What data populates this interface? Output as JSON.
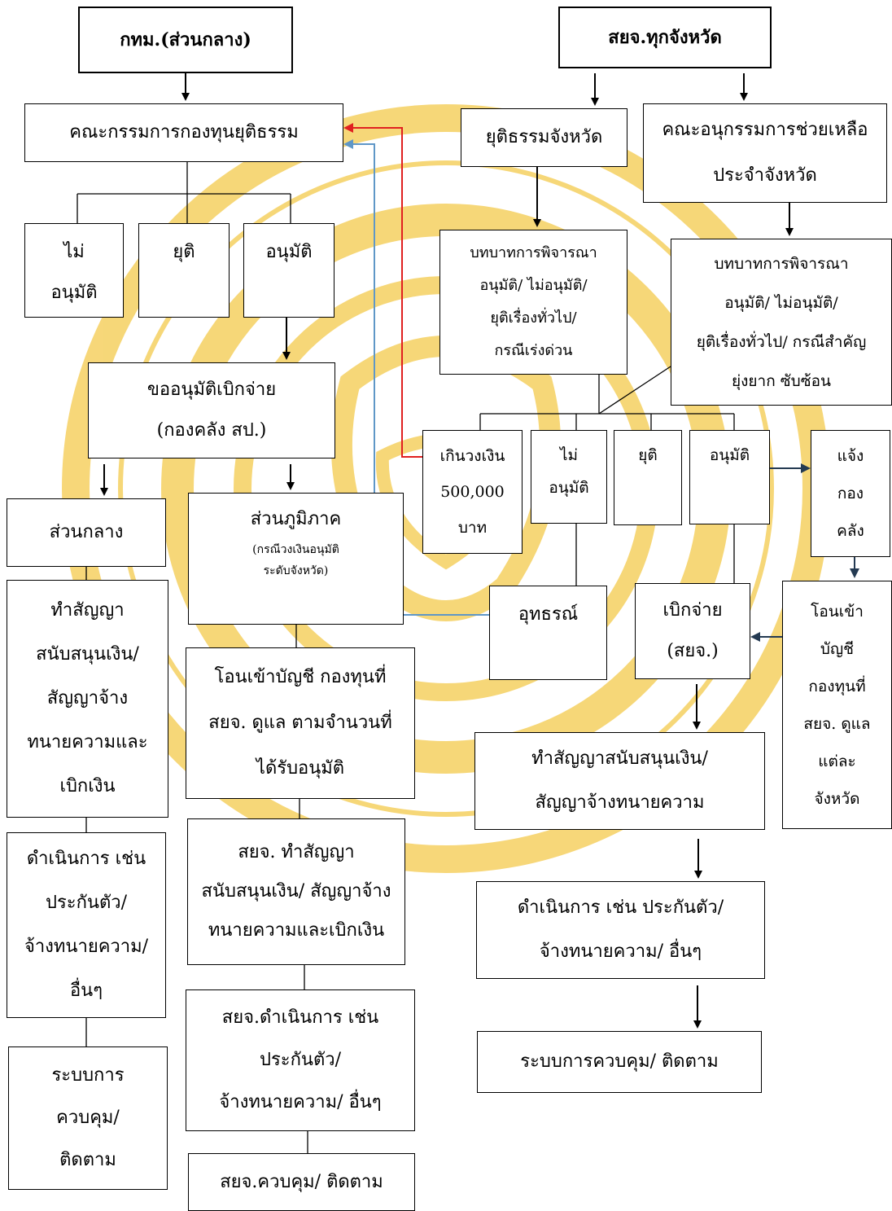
{
  "watermark_colors": {
    "fill": "#fdf0c0",
    "stroke": "#f6d36a"
  },
  "edge_colors": {
    "default": "#000000",
    "red": "#e02020",
    "blue": "#5f97c7",
    "dark": "#243a52"
  },
  "left": {
    "header": "กทม.(ส่วนกลาง)",
    "committee": "คณะกรรมการกองทุนยุติธรรม",
    "not_approved": [
      "ไม่",
      "อนุมัติ"
    ],
    "terminate": "ยุติ",
    "approved": "อนุมัติ",
    "disbursement_request": [
      "ขออนุมัติเบิกจ่าย",
      "(กองคลัง สป.)"
    ],
    "central": "ส่วนกลาง",
    "contract": [
      "ทำสัญญา",
      "สนับสนุนเงิน/",
      "สัญญาจ้าง",
      "ทนายความและ",
      "เบิกเงิน"
    ],
    "operate": [
      "ดำเนินการ เช่น",
      "ประกันตัว/",
      "จ้างทนายความ/",
      "อื่นๆ"
    ],
    "control": [
      "ระบบการ",
      "ควบคุม/",
      "ติดตาม"
    ],
    "regional": "ส่วนภูมิภาค",
    "regional_note": [
      "(กรณีวงเงินอนุมัติ",
      "ระดับจังหวัด)"
    ],
    "transfer": [
      "โอนเข้าบัญชี กองทุนที่",
      "สยจ. ดูแล ตามจำนวนที่",
      "ได้รับอนุมัติ"
    ],
    "regional_contract": [
      "สยจ. ทำสัญญา",
      "สนับสนุนเงิน/ สัญญาจ้าง",
      "ทนายความและเบิกเงิน"
    ],
    "regional_operate": [
      "สยจ.ดำเนินการ เช่น",
      "ประกันตัว/",
      "จ้างทนายความ/ อื่นๆ"
    ],
    "regional_control": "สยจ.ควบคุม/ ติดตาม"
  },
  "right": {
    "header": "สยจ.ทุกจังหวัด",
    "provincial_justice": "ยุติธรรมจังหวัด",
    "subcommittee": [
      "คณะอนุกรรมการช่วยเหลือ",
      "ประจำจังหวัด"
    ],
    "role_1": [
      "บทบาทการพิจารณา",
      "อนุมัติ/ ไม่อนุมัติ/",
      "ยุติเรื่องทั่วไป/",
      "กรณีเร่งด่วน"
    ],
    "role_2": [
      "บทบาทการพิจารณา",
      "อนุมัติ/ ไม่อนุมัติ/",
      "ยุติเรื่องทั่วไป/ กรณีสำคัญ",
      "ยุ่งยาก ซับซ้อน"
    ],
    "over_limit": [
      "เกินวงเงิน",
      "500,000",
      "บาท"
    ],
    "not_approved": [
      "ไม่",
      "อนุมัติ"
    ],
    "terminate": "ยุติ",
    "approved": "อนุมัติ",
    "notify_finance": [
      "แจ้ง",
      "กอง",
      "คลัง"
    ],
    "appeal": "อุทธรณ์",
    "disburse": [
      "เบิกจ่าย",
      "(สยจ.)"
    ],
    "transfer": [
      "โอนเข้า",
      "บัญชี",
      "กองทุนที่",
      "สยจ. ดูแล",
      "แต่ละ",
      "จังหวัด"
    ],
    "contract": [
      "ทำสัญญาสนับสนุนเงิน/",
      "สัญญาจ้างทนายความ"
    ],
    "operate": [
      "ดำเนินการ เช่น ประกันตัว/",
      "จ้างทนายความ/ อื่นๆ"
    ],
    "control": "ระบบการควบคุม/ ติดตาม"
  }
}
